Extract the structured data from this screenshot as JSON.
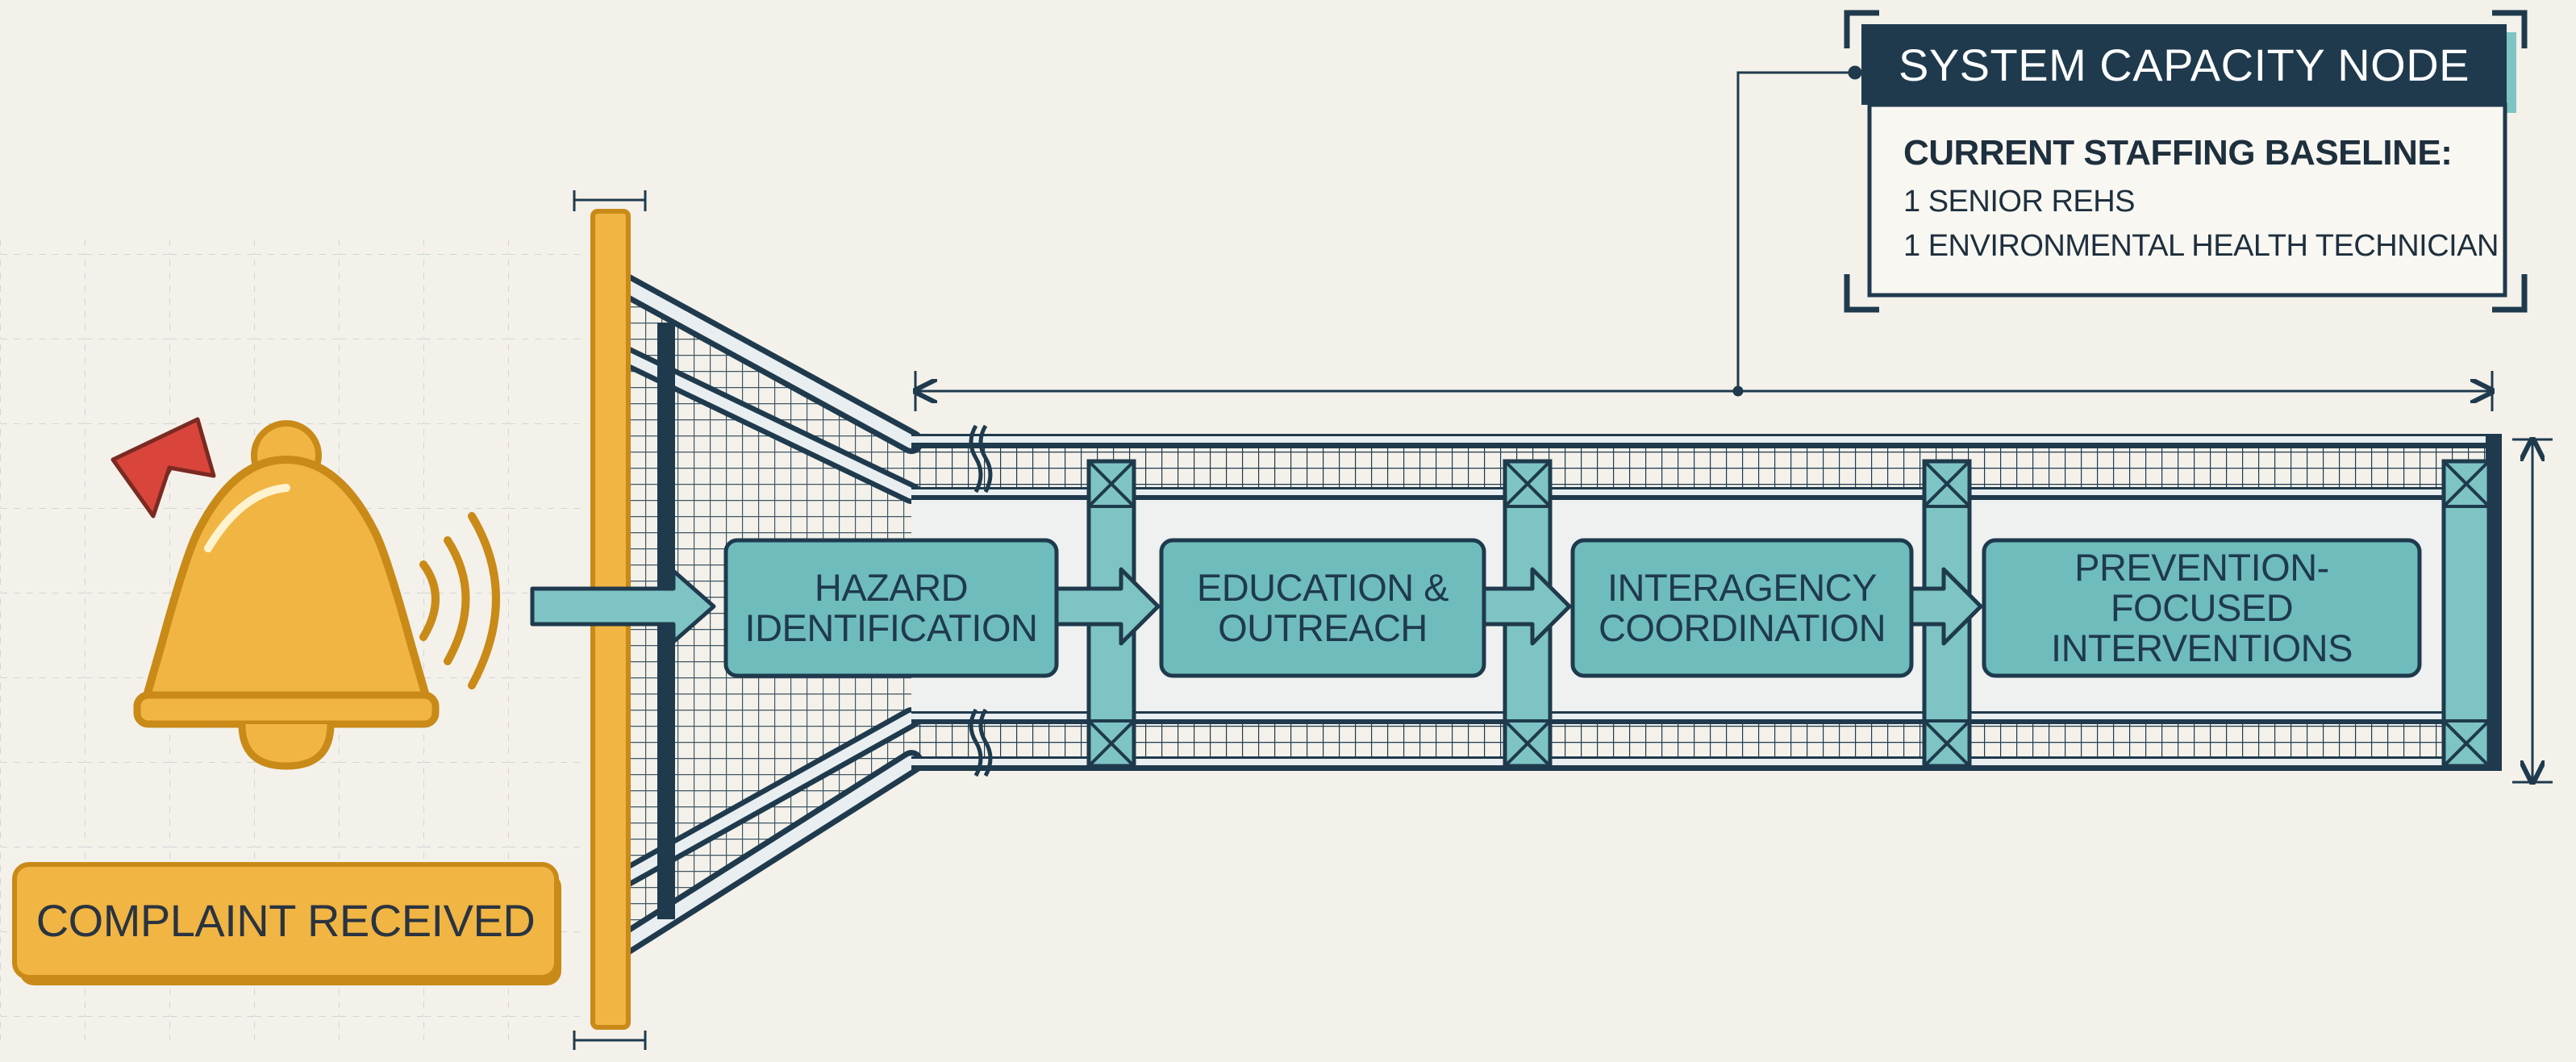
{
  "intake": {
    "label": "COMPLAINT RECEIVED",
    "icon": "alarm-bell-icon",
    "flag_icon": "red-flag-icon",
    "color": "#f1b544"
  },
  "pipeline_steps": [
    {
      "label_lines": [
        "HAZARD",
        "IDENTIFICATION"
      ]
    },
    {
      "label_lines": [
        "EDUCATION &",
        "OUTREACH"
      ]
    },
    {
      "label_lines": [
        "INTERAGENCY",
        "COORDINATION"
      ]
    },
    {
      "label_lines": [
        "PREVENTION-FOCUSED",
        "INTERVENTIONS"
      ]
    }
  ],
  "capacity_node": {
    "title": "SYSTEM CAPACITY NODE",
    "header": "CURRENT STAFFING BASELINE:",
    "staff": [
      "1 SENIOR REHS",
      "1 ENVIRONMENTAL HEALTH TECHNICIAN"
    ]
  },
  "colors": {
    "accent_teal": "#7ec4c4",
    "step_fill": "#6fbcbd",
    "navy": "#1f3a4d",
    "amber": "#f1b544",
    "flag_red": "#d9453a"
  }
}
